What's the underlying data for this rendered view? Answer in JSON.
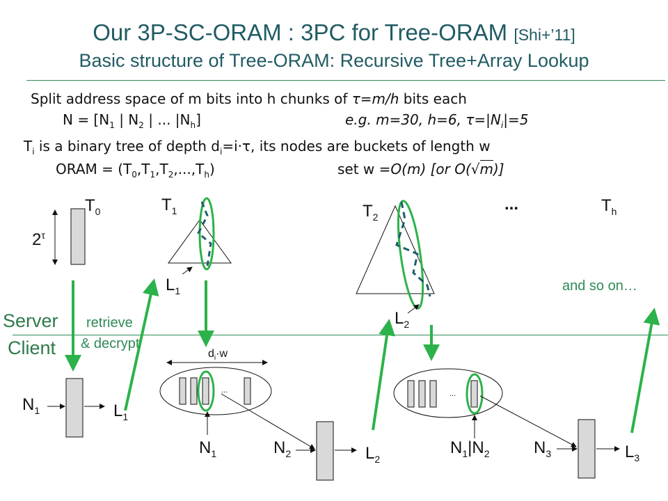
{
  "title": {
    "main": "Our 3P-SC-ORAM : 3PC for Tree-ORAM",
    "cite": "[Shi+’11]",
    "subtitle": "Basic structure of Tree-ORAM:  Recursive Tree+Array Lookup"
  },
  "text": {
    "line1_a": "Split address space of m bits into h chunks of ",
    "line1_b": "τ=m/h",
    "line1_c": " bits each",
    "line2_N": "N = [N",
    "line2_1": "1",
    "line2_mid1": " | N",
    "line2_2": "2",
    "line2_mid2": " | ... |N",
    "line2_h": "h",
    "line2_end": "]",
    "line2_eg": "e.g.  m=30,  h=6,  τ=|N",
    "line2_i": "i",
    "line2_eg_end": "|=5",
    "line3_a": "T",
    "line3_i": "i",
    "line3_b": " is a binary tree of depth d",
    "line3_i2": "i",
    "line3_c": "=i·τ, its nodes are buckets of length w",
    "line4_a": "ORAM = (T",
    "line4_0": "0",
    "line4_b": ",T",
    "line4_1": "1",
    "line4_c": ",T",
    "line4_2": "2",
    "line4_d": ",...,T",
    "line4_h": "h",
    "line4_e": ")",
    "line4_set": "set w ",
    "line4_eq": "=O(",
    "line4_m": "m",
    "line4_or": ")  [or O(",
    "line4_sqrtm": "m",
    "line4_end": ")]"
  },
  "labels": {
    "T": "T",
    "L": "L",
    "N": "N",
    "sub0": "0",
    "sub1": "1",
    "sub2": "2",
    "sub3": "3",
    "subh": "h",
    "two_tau": "2",
    "tau_sup": "τ",
    "ellipsis": "...",
    "dots_small": "...",
    "diw": "d",
    "diw_sub": "i",
    "diw_rest": "·w",
    "n1n2_bar": "|N"
  },
  "side": {
    "server": "Server",
    "client": "Client",
    "retrieve": "retrieve",
    "decrypt": "& decrypt",
    "and_so_on": "and so on…"
  },
  "colors": {
    "title": "#215b63",
    "green": "#2f8a57",
    "arrow_green": "#2cb24a",
    "path_blue": "#1f5c6b",
    "box_fill": "#d9d9d9"
  }
}
